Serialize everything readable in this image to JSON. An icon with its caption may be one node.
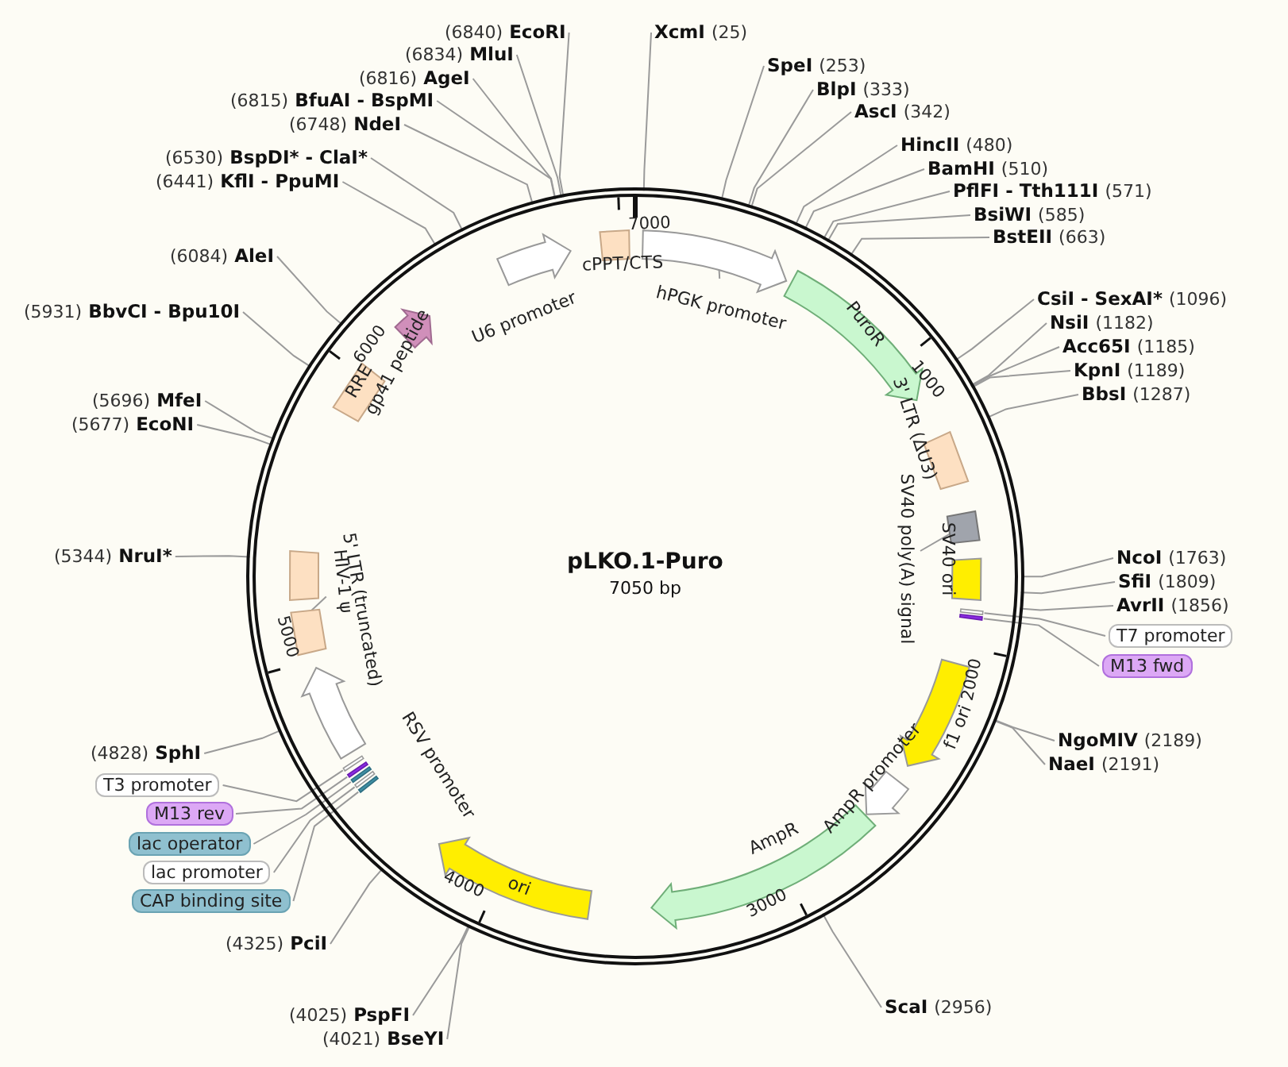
{
  "diagram": {
    "title": "pLKO.1-Puro",
    "nodes": [
      {
        "text": [
          "XcmI"
        ],
        "beside": [
          "(25)"
        ]
      },
      {
        "text": [
          "SpeI"
        ],
        "beside": [
          "(253)"
        ]
      },
      {
        "text": [
          "BlpI"
        ],
        "beside": [
          "(333)"
        ]
      },
      {
        "text": [
          "AscI"
        ],
        "beside": [
          "(342)"
        ]
      },
      {
        "text": [
          "HincII"
        ],
        "beside": [
          "(480)"
        ]
      },
      {
        "text": [
          "BamHI"
        ],
        "beside": [
          "(510)"
        ]
      },
      {
        "text": [
          "PflFI - Tth111I"
        ],
        "beside": [
          "(571)"
        ]
      },
      {
        "text": [
          "BsiWI"
        ],
        "beside": [
          "(585)"
        ]
      },
      {
        "text": [
          "BstEII"
        ],
        "beside": [
          "(663)"
        ]
      },
      {
        "text": [
          "CsiI - SexAI*"
        ],
        "beside": [
          "(1096)"
        ]
      },
      {
        "text": [
          "NsiI"
        ],
        "beside": [
          "(1182)"
        ]
      },
      {
        "text": [
          "Acc65I"
        ],
        "beside": [
          "(1185)"
        ]
      },
      {
        "text": [
          "KpnI"
        ],
        "beside": [
          "(1189)"
        ]
      },
      {
        "text": [
          "BbsI"
        ],
        "beside": [
          "(1287)"
        ]
      },
      {
        "text": [
          "NcoI"
        ],
        "beside": [
          "(1763)"
        ]
      },
      {
        "text": [
          "SfiI"
        ],
        "beside": [
          "(1809)"
        ]
      },
      {
        "text": [
          "AvrII"
        ],
        "beside": [
          "(1856)"
        ]
      },
      {
        "text": [
          "T7 promoter"
        ]
      },
      {
        "text": [
          "M13 fwd"
        ]
      },
      {
        "text": [
          "NgoMIV"
        ],
        "beside": [
          "(2189)"
        ]
      },
      {
        "text": [
          "NaeI"
        ],
        "beside": [
          "(2191)"
        ]
      },
      {
        "text": [
          "ScaI"
        ],
        "beside": [
          "(2956)"
        ]
      },
      {
        "text": [
          "PspFI"
        ],
        "beside": [
          "(4025)"
        ]
      },
      {
        "text": [
          "BseYI"
        ],
        "beside": [
          "(4021)"
        ]
      },
      {
        "text": [
          "PciI"
        ],
        "beside": [
          "(4325)"
        ]
      },
      {
        "text": [
          "CAP binding site"
        ]
      },
      {
        "text": [
          "lac promoter"
        ]
      },
      {
        "text": [
          "lac operator"
        ]
      },
      {
        "text": [
          "M13 rev"
        ]
      },
      {
        "text": [
          "T3 promoter"
        ]
      },
      {
        "text": [
          "SphI"
        ],
        "beside": [
          "(4828)"
        ]
      },
      {
        "text": [
          "NruI*"
        ],
        "beside": [
          "(5344)"
        ]
      },
      {
        "text": [
          "EcoNI"
        ],
        "beside": [
          "(5677)"
        ]
      },
      {
        "text": [
          "MfeI"
        ],
        "beside": [
          "(5696)"
        ]
      },
      {
        "text": [
          "BbvCI - Bpu10I"
        ],
        "beside": [
          "(5931)"
        ]
      },
      {
        "text": [
          "AleI"
        ],
        "beside": [
          "(6084)"
        ]
      },
      {
        "text": [
          "KflI - PpuMI"
        ],
        "beside": [
          "(6441)"
        ]
      },
      {
        "text": [
          "BspDI* - ClaI*"
        ],
        "beside": [
          "(6530)"
        ]
      },
      {
        "text": [
          "NdeI"
        ],
        "beside": [
          "(6748)"
        ]
      },
      {
        "text": [
          "BfuAI - BspMI"
        ],
        "beside": [
          "(6815)"
        ]
      },
      {
        "text": [
          "AgeI"
        ],
        "beside": [
          "(6816)"
        ]
      },
      {
        "text": [
          "MluI"
        ],
        "beside": [
          "(6834)"
        ]
      },
      {
        "text": [
          "EcoRI"
        ],
        "beside": [
          "(6840)"
        ]
      },
      {
        "text": [
          "U6 promoter"
        ],
        "in": 59
      },
      {
        "text": [
          "cPPT/CTS"
        ],
        "in": 59
      },
      {
        "text": [
          "hPGK promoter"
        ],
        "in": 59
      },
      {
        "text": [
          "PuroR"
        ],
        "in": 59
      },
      {
        "text": [
          "3' LTR (ΔU3)"
        ],
        "in": 59
      },
      {
        "text": [
          "SV40 poly(A) signal"
        ],
        "in": 59
      },
      {
        "text": [
          "SV40 ori"
        ],
        "in": 59
      },
      {
        "text": [
          "f1 ori"
        ],
        "in": 59
      },
      {
        "text": [
          "AmpR promoter"
        ],
        "in": 59
      },
      {
        "text": [
          "AmpR"
        ],
        "in": 59
      },
      {
        "text": [
          "ori"
        ],
        "in": 59
      },
      {
        "text": [
          "RSV promoter"
        ],
        "in": 59
      },
      {
        "text": [
          "5' LTR (truncated)"
        ],
        "in": 59
      },
      {
        "text": [
          "HIV-1 ψ"
        ],
        "in": 59
      },
      {
        "text": [
          "RRE"
        ],
        "in": 59
      },
      {
        "text": [
          "gp41 peptide"
        ],
        "in": 59
      },
      {
        "text": [],
        "shape": "circle"
      },
      {
        "text": [],
        "shape": "bar",
        "in": 59
      },
      {
        "text": [],
        "shape": "bar",
        "in": 59
      },
      {
        "text": [],
        "shape": "bar",
        "in": 59
      },
      {
        "text": [],
        "shape": "bar",
        "in": 59
      },
      {
        "text": [],
        "shape": "bar",
        "in": 59
      },
      {
        "text": [],
        "shape": "bar",
        "in": 59
      },
      {
        "text": [],
        "shape": "bar",
        "in": 59
      },
      {
        "text": [],
        "shape": "arrow",
        "in": 59
      },
      {
        "text": [],
        "shape": "box",
        "in": 59
      },
      {
        "text": [],
        "shape": "box",
        "in": 59
      }
    ],
    "edges": [
      {
        "from": 0,
        "to": 59,
        "arrow": "none"
      },
      {
        "from": 1,
        "to": 59,
        "arrow": "none"
      },
      {
        "from": 2,
        "to": 59,
        "arrow": "none"
      },
      {
        "from": 3,
        "to": 59,
        "arrow": "none"
      },
      {
        "from": 4,
        "to": 59,
        "arrow": "none"
      },
      {
        "from": 5,
        "to": 59,
        "arrow": "none"
      },
      {
        "from": 6,
        "to": 59,
        "arrow": "none"
      },
      {
        "from": 7,
        "to": 59,
        "arrow": "none"
      },
      {
        "from": 8,
        "to": 59,
        "arrow": "none"
      },
      {
        "from": 9,
        "to": 59,
        "arrow": "none"
      },
      {
        "from": 10,
        "to": 59,
        "arrow": "none"
      },
      {
        "from": 11,
        "to": 59,
        "arrow": "none"
      },
      {
        "from": 12,
        "to": 59,
        "arrow": "none"
      },
      {
        "from": 13,
        "to": 59,
        "arrow": "none"
      },
      {
        "from": 14,
        "to": 59,
        "arrow": "none"
      },
      {
        "from": 15,
        "to": 59,
        "arrow": "none"
      },
      {
        "from": 16,
        "to": 59,
        "arrow": "none"
      },
      {
        "from": 17,
        "to": 60,
        "arrow": "none"
      },
      {
        "from": 18,
        "to": 61,
        "arrow": "none"
      },
      {
        "from": 19,
        "to": 59,
        "arrow": "none"
      },
      {
        "from": 20,
        "to": 59,
        "arrow": "none"
      },
      {
        "from": 21,
        "to": 59,
        "arrow": "none"
      },
      {
        "from": 22,
        "to": 59,
        "arrow": "none"
      },
      {
        "from": 23,
        "to": 59,
        "arrow": "none"
      },
      {
        "from": 24,
        "to": 59,
        "arrow": "none"
      },
      {
        "from": 25,
        "to": 66,
        "arrow": "none"
      },
      {
        "from": 26,
        "to": 65,
        "arrow": "none"
      },
      {
        "from": 27,
        "to": 64,
        "arrow": "none"
      },
      {
        "from": 28,
        "to": 63,
        "arrow": "none"
      },
      {
        "from": 29,
        "to": 62,
        "arrow": "none"
      },
      {
        "from": 30,
        "to": 59,
        "arrow": "none"
      },
      {
        "from": 31,
        "to": 59,
        "arrow": "none"
      },
      {
        "from": 32,
        "to": 59,
        "arrow": "none"
      },
      {
        "from": 33,
        "to": 59,
        "arrow": "none"
      },
      {
        "from": 34,
        "to": 59,
        "arrow": "none"
      },
      {
        "from": 35,
        "to": 59,
        "arrow": "none"
      },
      {
        "from": 36,
        "to": 59,
        "arrow": "none"
      },
      {
        "from": 37,
        "to": 59,
        "arrow": "none"
      },
      {
        "from": 38,
        "to": 59,
        "arrow": "none"
      },
      {
        "from": 39,
        "to": 59,
        "arrow": "none"
      },
      {
        "from": 40,
        "to": 59,
        "arrow": "none"
      },
      {
        "from": 41,
        "to": 59,
        "arrow": "none"
      },
      {
        "from": 42,
        "to": 59,
        "arrow": "none"
      },
      {
        "from": 45,
        "to": 67,
        "arrow": "none"
      },
      {
        "from": 48,
        "to": 68,
        "arrow": "none"
      },
      {
        "from": 56,
        "to": 69,
        "arrow": "none"
      }
    ],
    "labels": [
      "7050 bp",
      "1000",
      "2000",
      "3000",
      "4000",
      "5000",
      "6000",
      "7000"
    ]
  }
}
